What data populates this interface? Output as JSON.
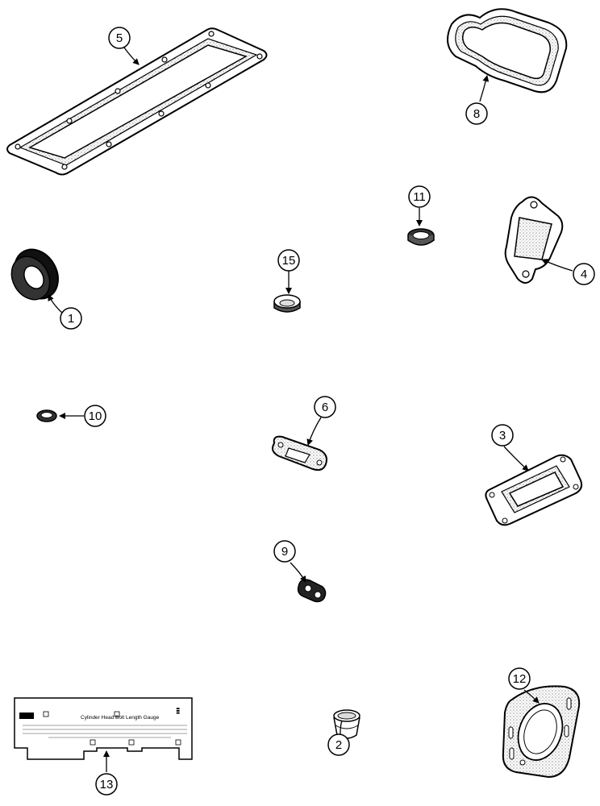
{
  "diagram": {
    "callouts": [
      {
        "id": "part-5",
        "label": "5"
      },
      {
        "id": "part-8",
        "label": "8"
      },
      {
        "id": "part-11",
        "label": "11"
      },
      {
        "id": "part-4",
        "label": "4"
      },
      {
        "id": "part-15",
        "label": "15"
      },
      {
        "id": "part-1",
        "label": "1"
      },
      {
        "id": "part-10",
        "label": "10"
      },
      {
        "id": "part-6",
        "label": "6"
      },
      {
        "id": "part-3",
        "label": "3"
      },
      {
        "id": "part-9",
        "label": "9"
      },
      {
        "id": "part-12",
        "label": "12"
      },
      {
        "id": "part-2",
        "label": "2"
      },
      {
        "id": "part-13",
        "label": "13"
      }
    ],
    "gauge": {
      "title": "Cylinder Head Bolt Length Gauge"
    }
  }
}
